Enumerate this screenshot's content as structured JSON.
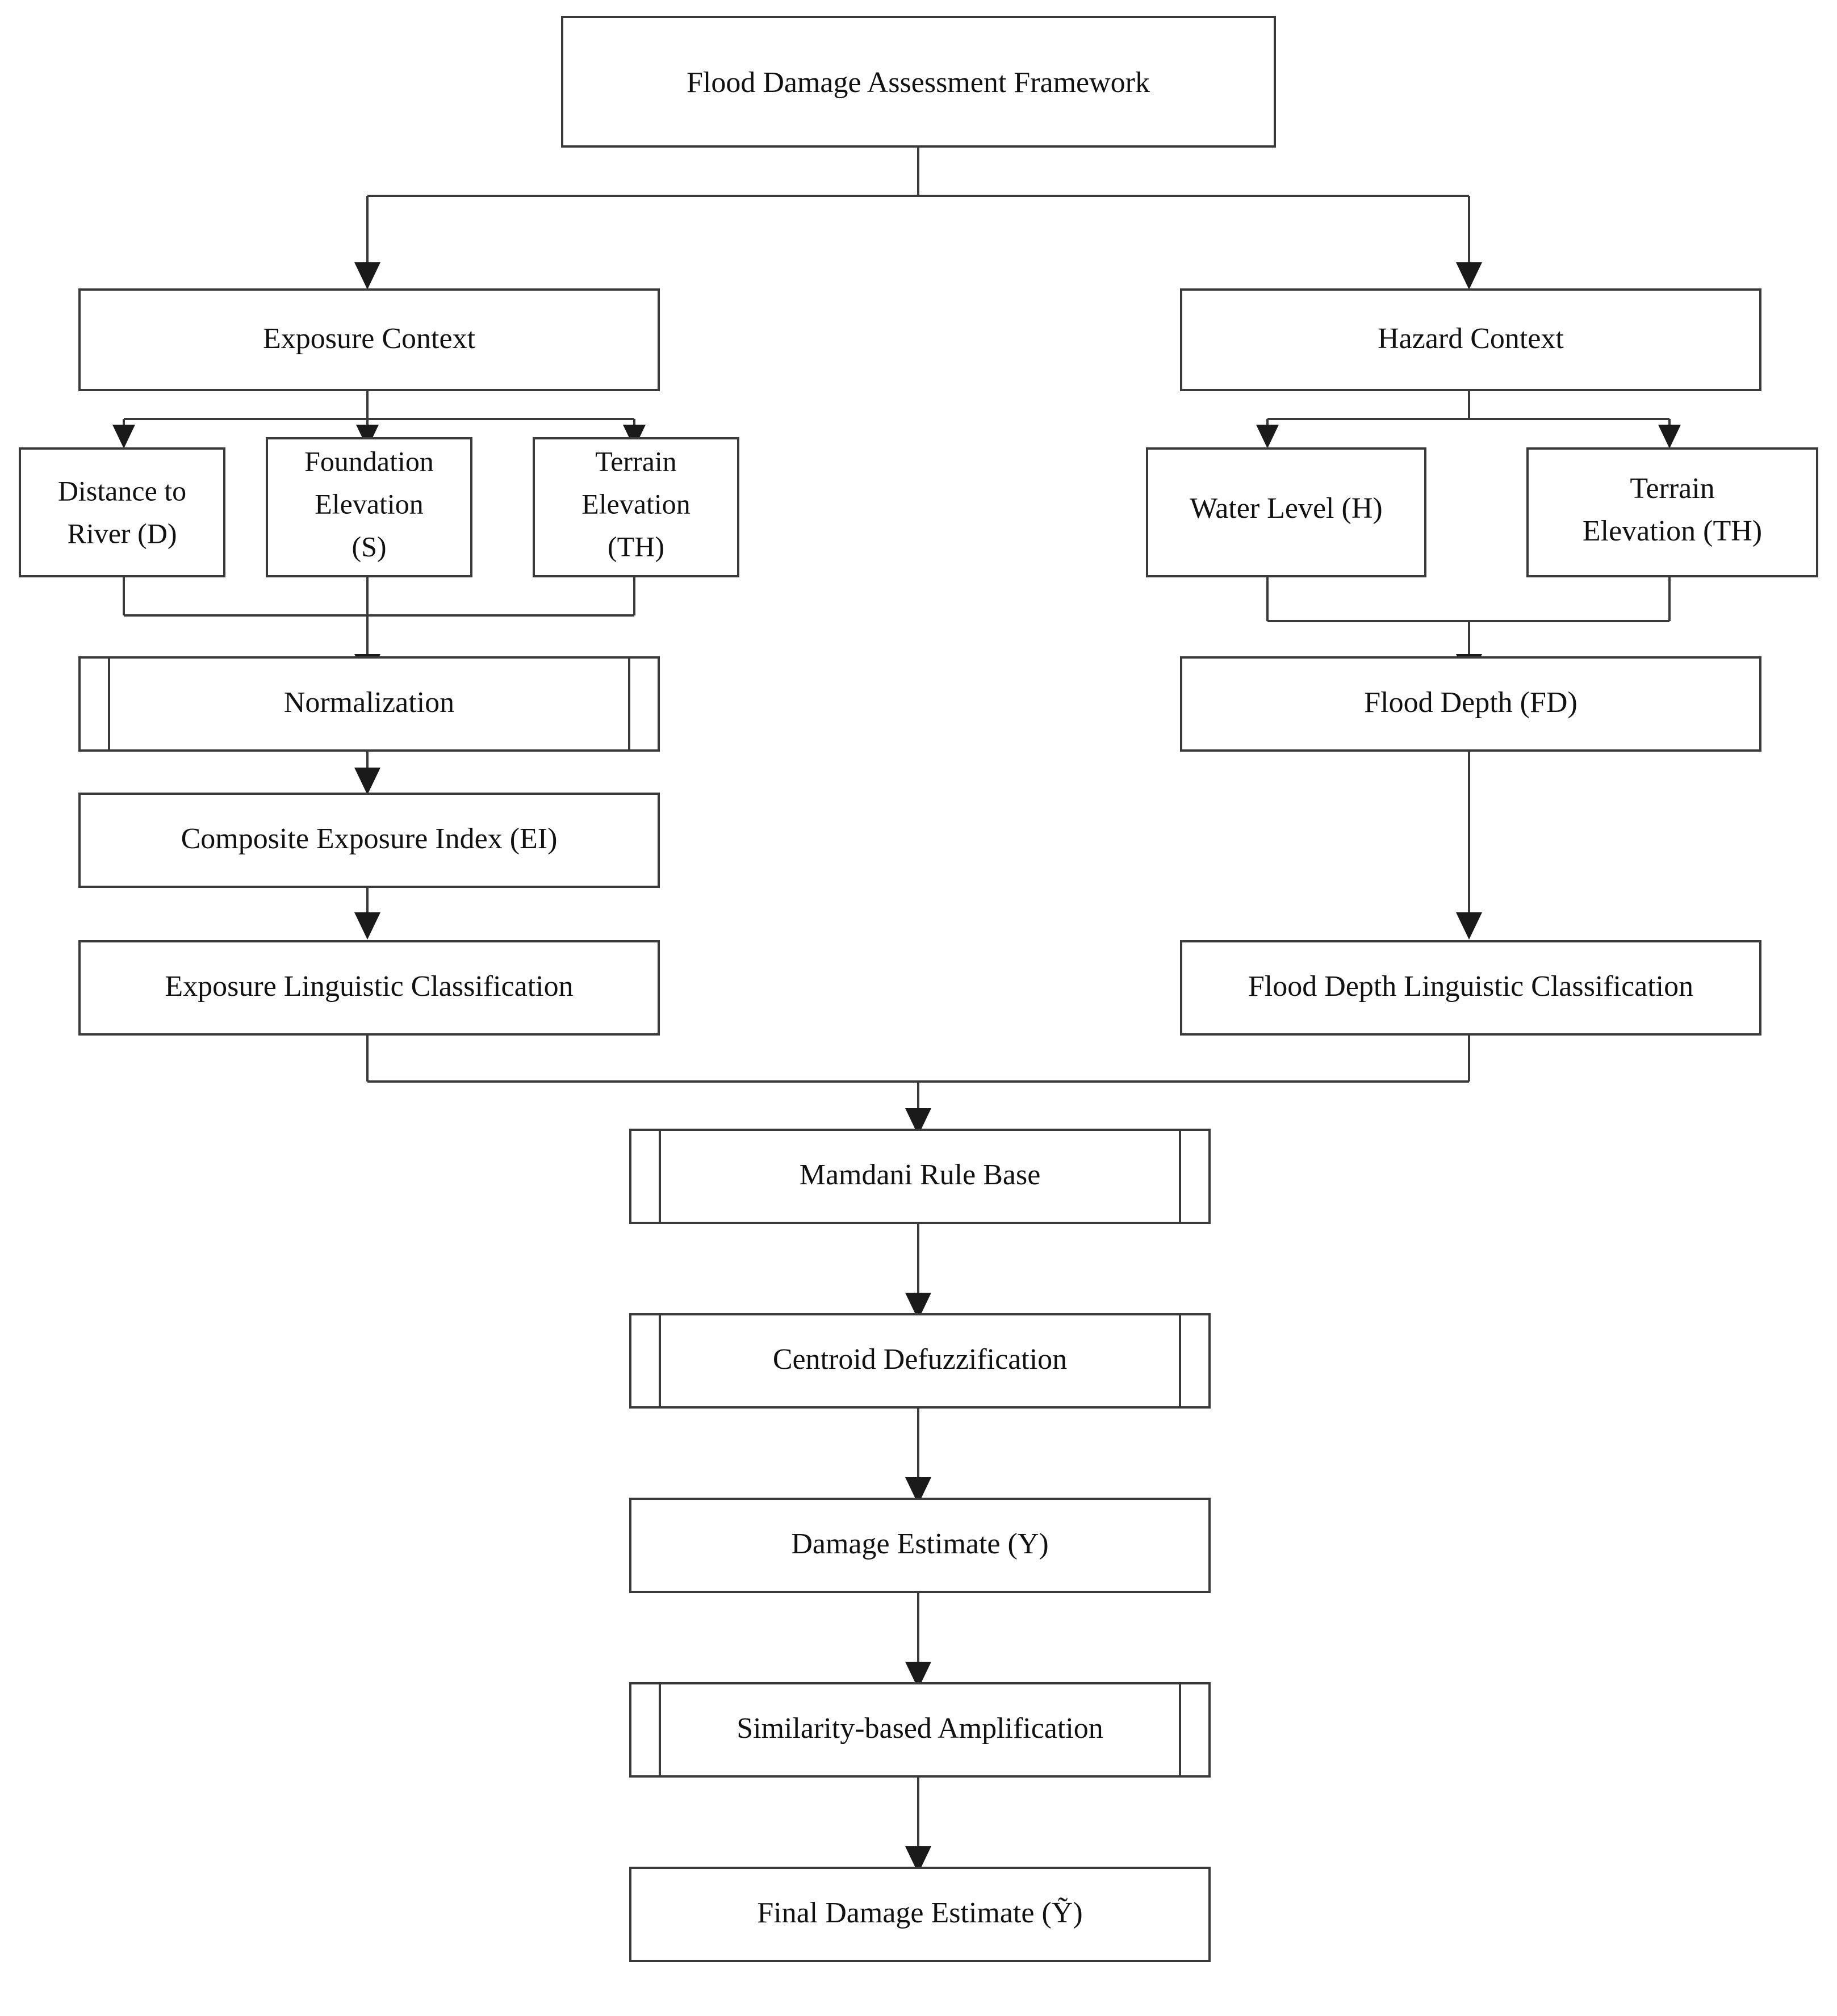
{
  "diagram": {
    "title": "Flood Damage Assessment Framework",
    "type": "flowchart",
    "root_label": "Flood Damage Assessment Framework",
    "nodes": {
      "root": {
        "label": "Flood Damage Assessment Framework",
        "shape": "process"
      },
      "exposure_context": {
        "label": "Exposure Context",
        "shape": "process"
      },
      "hazard_context": {
        "label": "Hazard Context",
        "shape": "process"
      },
      "distance_to_river": {
        "line1": "Distance to",
        "line2": "River (D)",
        "shape": "process"
      },
      "foundation_elevation": {
        "line1": "Foundation",
        "line2": "Elevation",
        "line3": "(S)",
        "shape": "process"
      },
      "terrain_elevation_left": {
        "line1": "Terrain",
        "line2": "Elevation",
        "line3": "(TH)",
        "shape": "process"
      },
      "water_level": {
        "label": "Water Level (H)",
        "shape": "process"
      },
      "terrain_elevation_right": {
        "line1": "Terrain",
        "line2": "Elevation (TH)",
        "shape": "process"
      },
      "normalization": {
        "label": "Normalization",
        "shape": "predefined-process"
      },
      "flood_depth": {
        "label": "Flood Depth (FD)",
        "shape": "process"
      },
      "composite_exposure_index": {
        "label": "Composite Exposure Index (EI)",
        "shape": "process"
      },
      "exposure_linguistic_classification": {
        "label": "Exposure Linguistic Classification",
        "shape": "process"
      },
      "flood_depth_linguistic_classification": {
        "label": "Flood Depth Linguistic Classification",
        "shape": "process"
      },
      "mamdani_rule_base": {
        "label": "Mamdani Rule Base",
        "shape": "predefined-process"
      },
      "centroid_defuzzification": {
        "label": "Centroid Defuzzification",
        "shape": "predefined-process"
      },
      "damage_estimate": {
        "label": "Damage Estimate (Y)",
        "shape": "process"
      },
      "similarity_based_amplification": {
        "label": "Similarity-based Amplification",
        "shape": "predefined-process"
      },
      "final_damage_estimate": {
        "label": "Final Damage Estimate (Ỹ)",
        "shape": "process"
      }
    },
    "edges": [
      {
        "from": "root",
        "to": "exposure_context"
      },
      {
        "from": "root",
        "to": "hazard_context"
      },
      {
        "from": "exposure_context",
        "to": "distance_to_river"
      },
      {
        "from": "exposure_context",
        "to": "foundation_elevation"
      },
      {
        "from": "exposure_context",
        "to": "terrain_elevation_left"
      },
      {
        "from": "hazard_context",
        "to": "water_level"
      },
      {
        "from": "hazard_context",
        "to": "terrain_elevation_right"
      },
      {
        "from": "distance_to_river",
        "to": "normalization"
      },
      {
        "from": "foundation_elevation",
        "to": "normalization"
      },
      {
        "from": "terrain_elevation_left",
        "to": "normalization"
      },
      {
        "from": "water_level",
        "to": "flood_depth"
      },
      {
        "from": "terrain_elevation_right",
        "to": "flood_depth"
      },
      {
        "from": "normalization",
        "to": "composite_exposure_index"
      },
      {
        "from": "composite_exposure_index",
        "to": "exposure_linguistic_classification"
      },
      {
        "from": "flood_depth",
        "to": "flood_depth_linguistic_classification"
      },
      {
        "from": "exposure_linguistic_classification",
        "to": "mamdani_rule_base"
      },
      {
        "from": "flood_depth_linguistic_classification",
        "to": "mamdani_rule_base"
      },
      {
        "from": "mamdani_rule_base",
        "to": "centroid_defuzzification"
      },
      {
        "from": "centroid_defuzzification",
        "to": "damage_estimate"
      },
      {
        "from": "damage_estimate",
        "to": "similarity_based_amplification"
      },
      {
        "from": "similarity_based_amplification",
        "to": "final_damage_estimate"
      }
    ],
    "colors": {
      "node_fill": "#ffffff",
      "node_stroke": "#3a3a3a",
      "text": "#111111",
      "background": "#ffffff"
    }
  }
}
